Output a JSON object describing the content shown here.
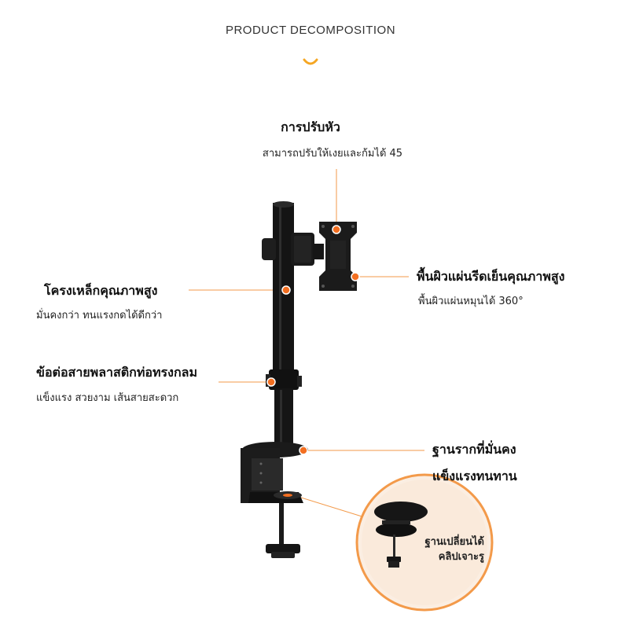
{
  "header": {
    "title": "PRODUCT DECOMPOSITION"
  },
  "colors": {
    "accent": "#f39a4a",
    "dot": "#f36f21",
    "smile": "#f5a623",
    "inset_bg": "#fbeee2",
    "inset_border": "#f39a4a"
  },
  "labels": {
    "head_adjust": {
      "title": "การปรับหัว",
      "subtitle": "สามารถปรับให้เงยและก้มได้ 45"
    },
    "steel_frame": {
      "title": "โครงเหล็กคุณภาพสูง",
      "subtitle": "มั่นคงกว่า ทนแรงกดได้ดีกว่า"
    },
    "cable_clip": {
      "title": "ข้อต่อสายพลาสติกท่อทรงกลม",
      "subtitle": "แข็งแรง สวยงาม เส้นสายสะดวก"
    },
    "vesa_plate": {
      "title": "พื้นผิวแผ่นรีดเย็นคุณภาพสูง",
      "subtitle": "พื้นผิวแผ่นหมุนได้ 360°"
    },
    "base": {
      "title": "ฐานรากที่มั่นคง",
      "subtitle": "แข็งแรงทนทาน"
    },
    "inset": {
      "line1": "ฐานเปลี่ยนได้",
      "line2": "คลิปเจาะรู"
    }
  }
}
